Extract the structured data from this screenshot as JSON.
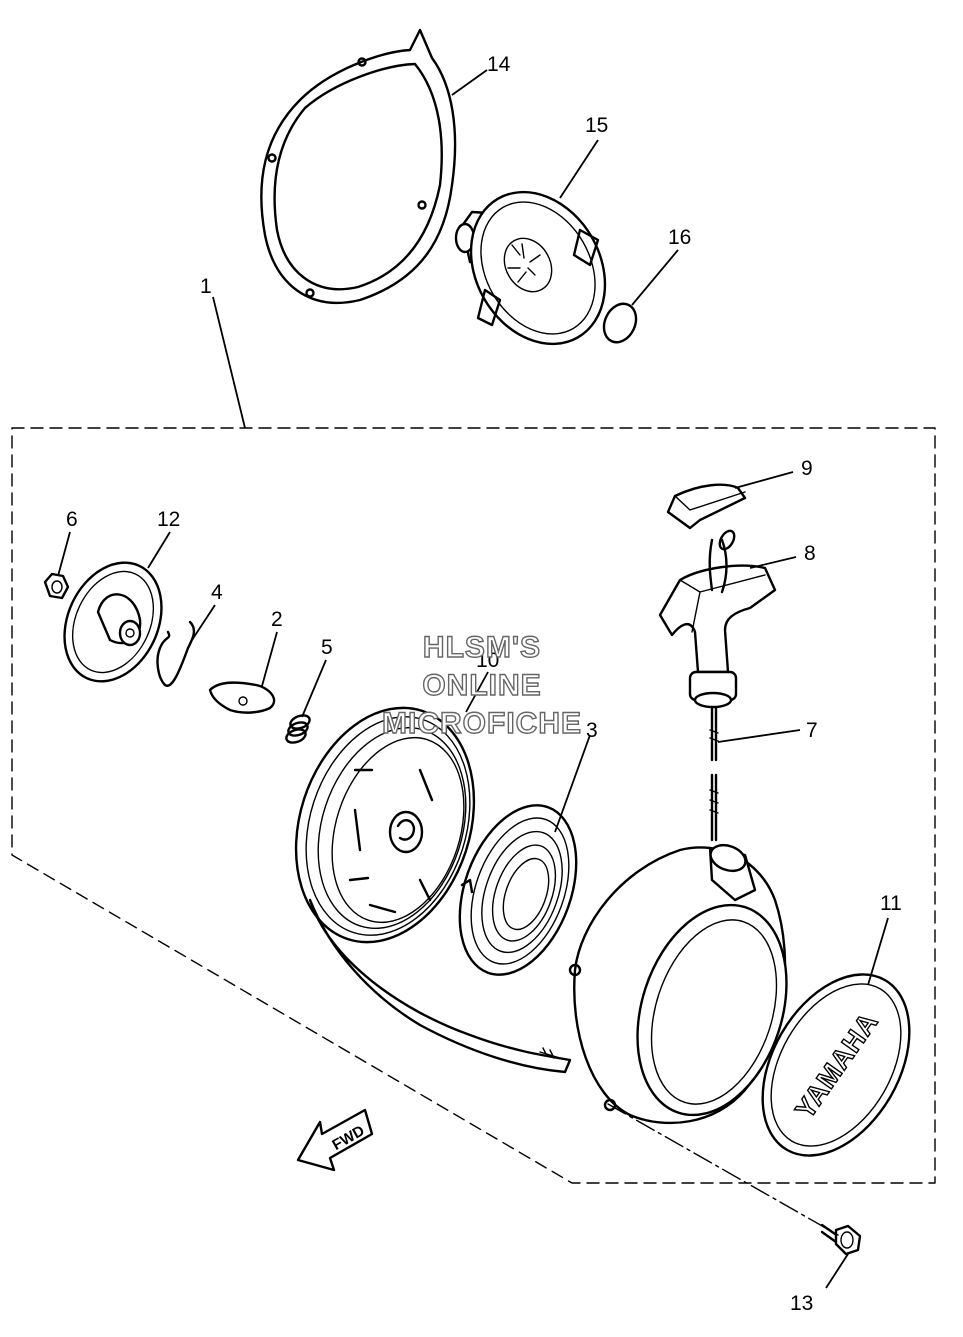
{
  "diagram": {
    "callouts": {
      "c1": "1",
      "c2": "2",
      "c3": "3",
      "c4": "4",
      "c5": "5",
      "c6": "6",
      "c7": "7",
      "c8": "8",
      "c9": "9",
      "c10": "10",
      "c11": "11",
      "c12": "12",
      "c13": "13",
      "c14": "14",
      "c15": "15",
      "c16": "16"
    },
    "watermark": [
      "HLSM'S",
      "ONLINE",
      "MICROFICHE"
    ],
    "fwd_label": "FWD",
    "brand_logo_text": "YAMAHA"
  }
}
